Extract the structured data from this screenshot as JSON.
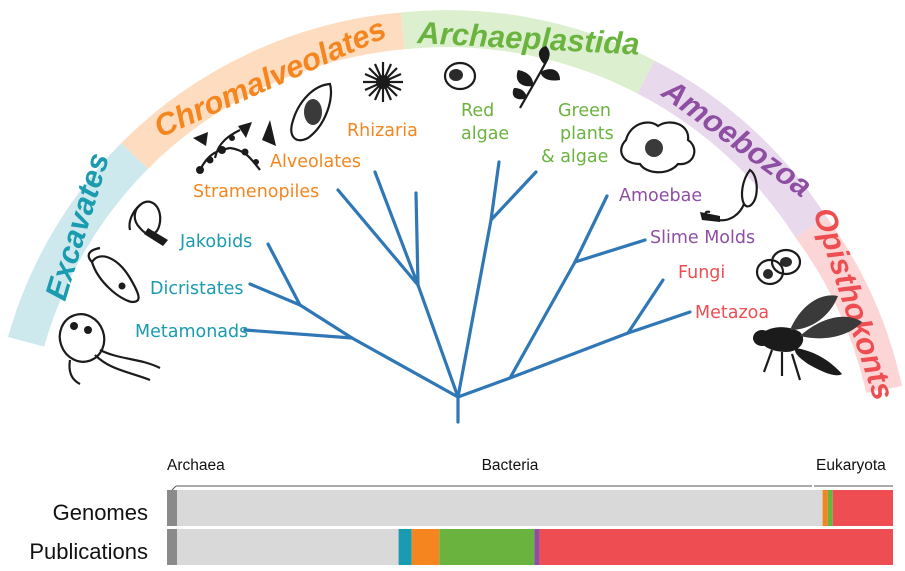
{
  "groups": {
    "excavates": "Excavates",
    "chromalveolates": "Chromalveolates",
    "archaeplastida": "Archaeplastida",
    "amoebozoa": "Amoebozoa",
    "opisthokonts": "Opisthokonts"
  },
  "leaves": {
    "metamonads": "Metamonads",
    "dicristates": "Dicristates",
    "jakobids": "Jakobids",
    "stramenopiles": "Stramenopiles",
    "alveolates": "Alveolates",
    "rhizaria": "Rhizaria",
    "red_algae": [
      "Red",
      "algae"
    ],
    "green_plants": [
      "Green",
      "plants",
      "& algae"
    ],
    "amoebae": "Amoebae",
    "slime_molds": "Slime Molds",
    "fungi": "Fungi",
    "metazoa": "Metazoa"
  },
  "colors": {
    "excavates": "#1a9bb0",
    "chromalveolates": "#f5861f",
    "archaeplastida": "#6bb33f",
    "amoebozoa": "#8e4fa3",
    "opisthokonts": "#ee4e51",
    "branch": "#2f77b5",
    "bacteria_bar": "#d9d9d9",
    "archaea_bar": "#8a8a8a"
  },
  "domains": {
    "archaea": "Archaea",
    "bacteria": "Bacteria",
    "eukaryota": "Eukaryota"
  },
  "bars": {
    "genomes": {
      "label": "Genomes",
      "shares": {
        "archaea": 1.4,
        "bacteria": 88.9,
        "excavates": 0,
        "chromalveolates": 0.7,
        "archaeplastida": 0.7,
        "amoebozoa": 0,
        "opisthokonts": 8.3
      }
    },
    "publications": {
      "label": "Publications",
      "shares": {
        "archaea": 1.4,
        "bacteria": 30.5,
        "excavates": 1.8,
        "chromalveolates": 3.8,
        "archaeplastida": 13.1,
        "amoebozoa": 0.7,
        "opisthokonts": 48.7
      }
    }
  }
}
